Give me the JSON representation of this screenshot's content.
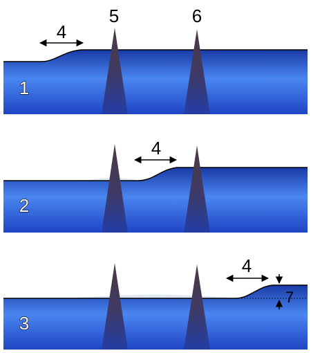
{
  "labels": {
    "panel_1": "1",
    "panel_2": "2",
    "panel_3": "3",
    "wave_length_top": "4",
    "wave_length_mid": "4",
    "wave_length_bot": "4",
    "pole_5": "5",
    "pole_6": "6",
    "height_7": "7"
  },
  "colors": {
    "water_top": "#1c3ea8",
    "water_mid": "#4a86f0",
    "water_bottom": "#2248c8",
    "pole_top": "#4a3a40",
    "pole_bottom": "#2a3ea8",
    "foam": "#d9e4ef",
    "line": "#000000"
  }
}
